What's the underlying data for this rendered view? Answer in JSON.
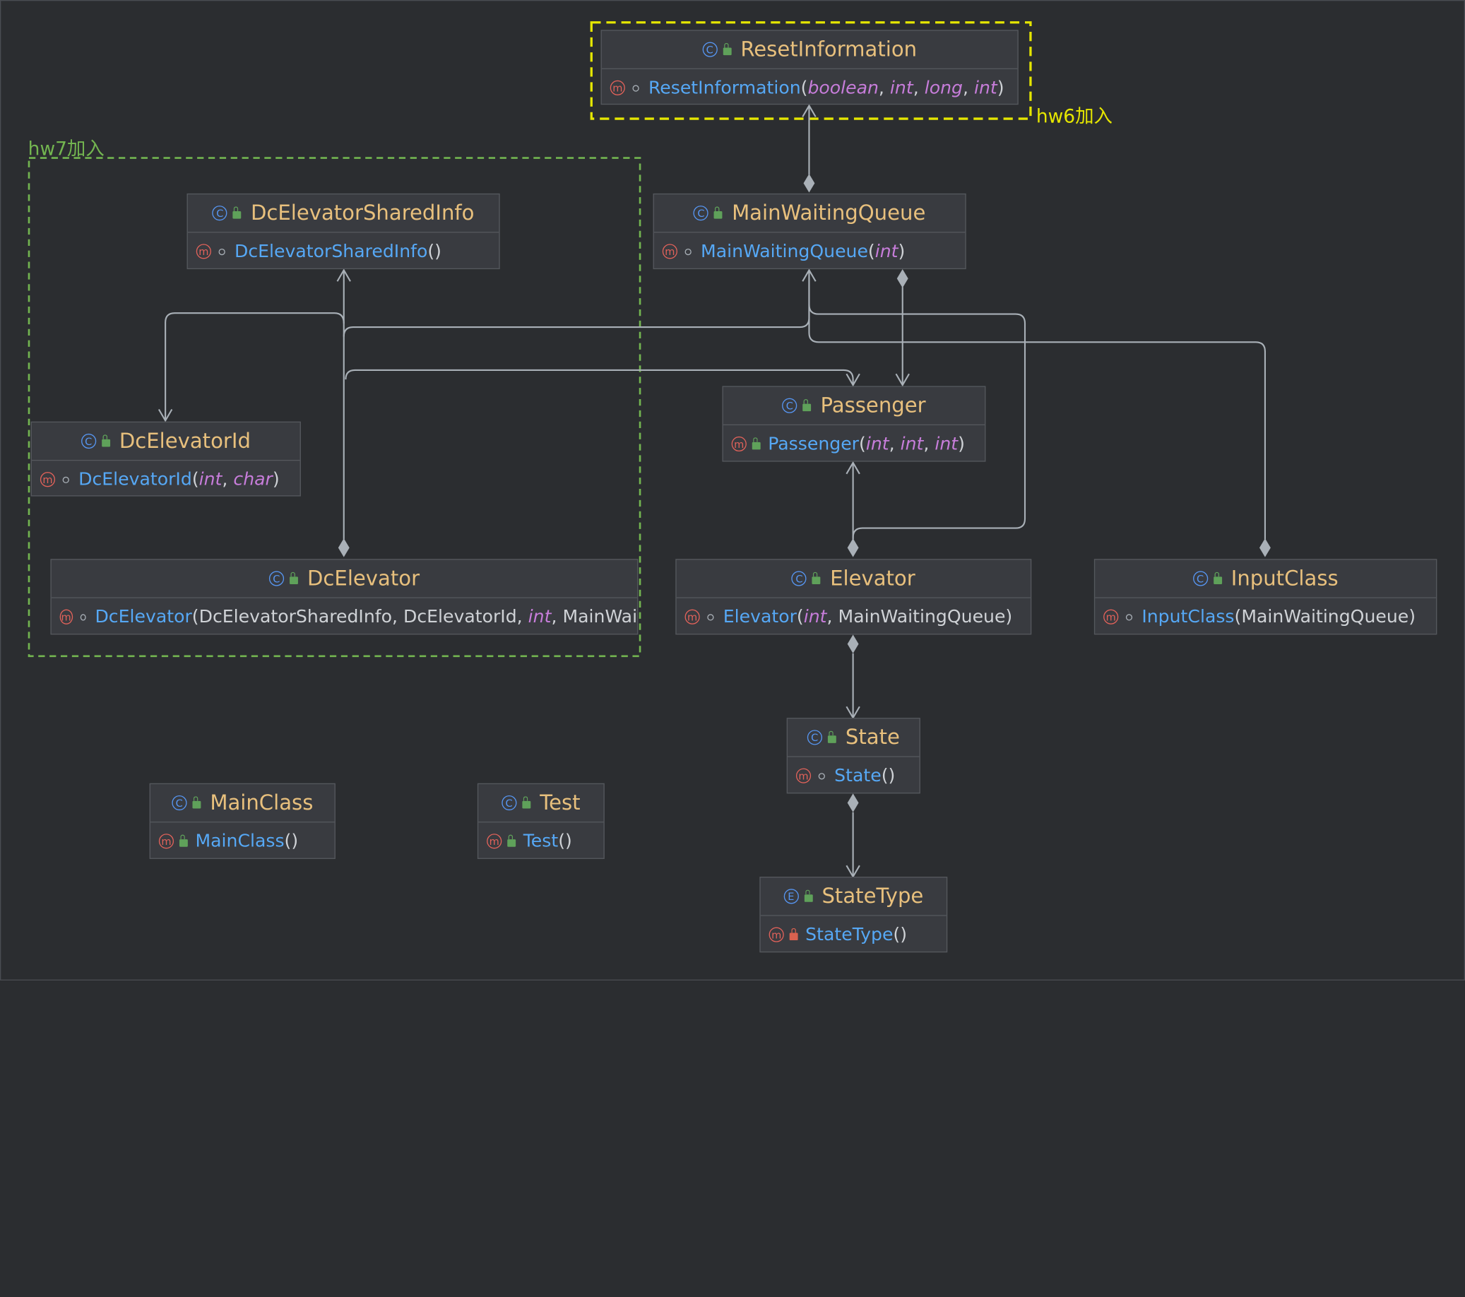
{
  "group_labels": {
    "hw7": "hw7加入",
    "hw6": "hw6加入"
  },
  "colors": {
    "background": "#2b2d30",
    "class_name": "#e8c07d",
    "method_name": "#56a8f5",
    "primitive_type": "#c77dda",
    "hw6_box": "#e5e600",
    "hw7_box": "#73b550",
    "edge": "#a9b0b7"
  },
  "classes": {
    "reset_information": {
      "kind": "C",
      "name": "ResetInformation",
      "visibility": "public",
      "method": {
        "name": "ResetInformation",
        "visibility": "package",
        "params": [
          {
            "type": "boolean",
            "primitive": true
          },
          {
            "type": "int",
            "primitive": true
          },
          {
            "type": "long",
            "primitive": true
          },
          {
            "type": "int",
            "primitive": true
          }
        ]
      }
    },
    "dc_elevator_shared_info": {
      "kind": "C",
      "name": "DcElevatorSharedInfo",
      "visibility": "public",
      "method": {
        "name": "DcElevatorSharedInfo",
        "visibility": "package",
        "params": []
      }
    },
    "main_waiting_queue": {
      "kind": "C",
      "name": "MainWaitingQueue",
      "visibility": "public",
      "method": {
        "name": "MainWaitingQueue",
        "visibility": "package",
        "params": [
          {
            "type": "int",
            "primitive": true
          }
        ]
      }
    },
    "dc_elevator_id": {
      "kind": "C",
      "name": "DcElevatorId",
      "visibility": "public",
      "method": {
        "name": "DcElevatorId",
        "visibility": "package",
        "params": [
          {
            "type": "int",
            "primitive": true
          },
          {
            "type": "char",
            "primitive": true
          }
        ]
      }
    },
    "passenger": {
      "kind": "C",
      "name": "Passenger",
      "visibility": "public",
      "method": {
        "name": "Passenger",
        "visibility": "public",
        "params": [
          {
            "type": "int",
            "primitive": true
          },
          {
            "type": "int",
            "primitive": true
          },
          {
            "type": "int",
            "primitive": true
          }
        ]
      }
    },
    "dc_elevator": {
      "kind": "C",
      "name": "DcElevator",
      "visibility": "public",
      "method": {
        "name": "DcElevator",
        "visibility": "package",
        "params": [
          {
            "type": "DcElevatorSharedInfo",
            "primitive": false
          },
          {
            "type": "DcElevatorId",
            "primitive": false
          },
          {
            "type": "int",
            "primitive": true
          },
          {
            "type": "MainWai",
            "primitive": false
          }
        ]
      }
    },
    "elevator": {
      "kind": "C",
      "name": "Elevator",
      "visibility": "public",
      "method": {
        "name": "Elevator",
        "visibility": "package",
        "params": [
          {
            "type": "int",
            "primitive": true
          },
          {
            "type": "MainWaitingQueue",
            "primitive": false
          }
        ]
      }
    },
    "input_class": {
      "kind": "C",
      "name": "InputClass",
      "visibility": "public",
      "method": {
        "name": "InputClass",
        "visibility": "package",
        "params": [
          {
            "type": "MainWaitingQueue",
            "primitive": false
          }
        ]
      }
    },
    "state": {
      "kind": "C",
      "name": "State",
      "visibility": "public",
      "method": {
        "name": "State",
        "visibility": "package",
        "params": []
      }
    },
    "main_class": {
      "kind": "C",
      "name": "MainClass",
      "visibility": "public",
      "method": {
        "name": "MainClass",
        "visibility": "public",
        "params": []
      }
    },
    "test": {
      "kind": "C",
      "name": "Test",
      "visibility": "public",
      "method": {
        "name": "Test",
        "visibility": "public",
        "params": []
      }
    },
    "state_type": {
      "kind": "E",
      "name": "StateType",
      "visibility": "public",
      "method": {
        "name": "StateType",
        "visibility": "private",
        "params": []
      }
    }
  },
  "relations": [
    {
      "from": "main_waiting_queue",
      "to": "reset_information",
      "type": "composition"
    },
    {
      "from": "main_waiting_queue",
      "to": "passenger",
      "type": "composition"
    },
    {
      "from": "dc_elevator",
      "to": "dc_elevator_shared_info",
      "type": "composition"
    },
    {
      "from": "dc_elevator",
      "to": "dc_elevator_id",
      "type": "composition"
    },
    {
      "from": "dc_elevator",
      "to": "main_waiting_queue",
      "type": "composition"
    },
    {
      "from": "dc_elevator",
      "to": "passenger",
      "type": "composition"
    },
    {
      "from": "elevator",
      "to": "passenger",
      "type": "composition"
    },
    {
      "from": "elevator",
      "to": "main_waiting_queue",
      "type": "composition"
    },
    {
      "from": "input_class",
      "to": "main_waiting_queue",
      "type": "composition"
    },
    {
      "from": "elevator",
      "to": "state",
      "type": "composition"
    },
    {
      "from": "state",
      "to": "state_type",
      "type": "composition"
    }
  ]
}
